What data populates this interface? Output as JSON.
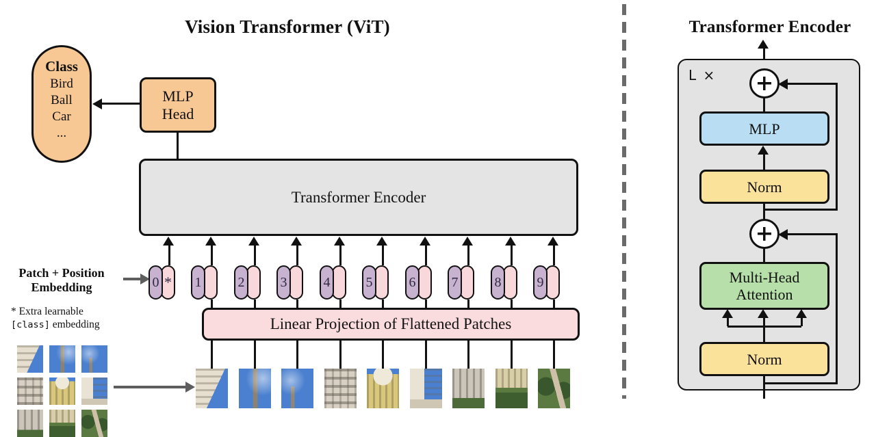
{
  "left": {
    "title": "Vision Transformer (ViT)",
    "class_oval": {
      "heading": "Class",
      "items": [
        "Bird",
        "Ball",
        "Car",
        "..."
      ]
    },
    "mlp_head": {
      "line1": "MLP",
      "line2": "Head"
    },
    "encoder_label": "Transformer Encoder",
    "linear_projection_label": "Linear Projection of Flattened Patches",
    "patch_position_label": {
      "line1": "Patch + Position",
      "line2": "Embedding"
    },
    "footnote": {
      "line1": "* Extra learnable",
      "code": "[class]",
      "rest": " embedding"
    },
    "tokens": {
      "labels": [
        "0",
        "1",
        "2",
        "3",
        "4",
        "5",
        "6",
        "7",
        "8",
        "9"
      ],
      "class_token_mark": "*"
    }
  },
  "right": {
    "title": "Transformer Encoder",
    "loop_label": "L ×",
    "plus_symbol": "+",
    "blocks": {
      "mlp": "MLP",
      "norm_top": "Norm",
      "attention_line1": "Multi-Head",
      "attention_line2": "Attention",
      "norm_bottom": "Norm"
    }
  },
  "patches": {
    "bottom_row": [
      "building-corner-sky",
      "spire-sky",
      "small-spire-sky",
      "stone-facade",
      "yellow-facade-dome",
      "tower-sky",
      "gray-building-grass",
      "garden-building",
      "park-trees"
    ],
    "grid": [
      "building-corner-sky",
      "spire-sky",
      "small-spire-sky",
      "stone-facade",
      "yellow-facade-dome",
      "tower-sky",
      "gray-building-grass",
      "garden-building",
      "park-trees"
    ]
  },
  "colors": {
    "orange": "#f7c894",
    "purple": "#c7b2cf",
    "pink": "#f9d8db",
    "pinkBox": "#fadcde",
    "grayBox": "#e4e4e4",
    "panel": "#e3e3e3",
    "blue": "#b9ddf2",
    "yellow": "#fbe29b",
    "green": "#b7dfa9",
    "grayArrow": "#5e5e5e",
    "divider": "#6b6b6b"
  }
}
